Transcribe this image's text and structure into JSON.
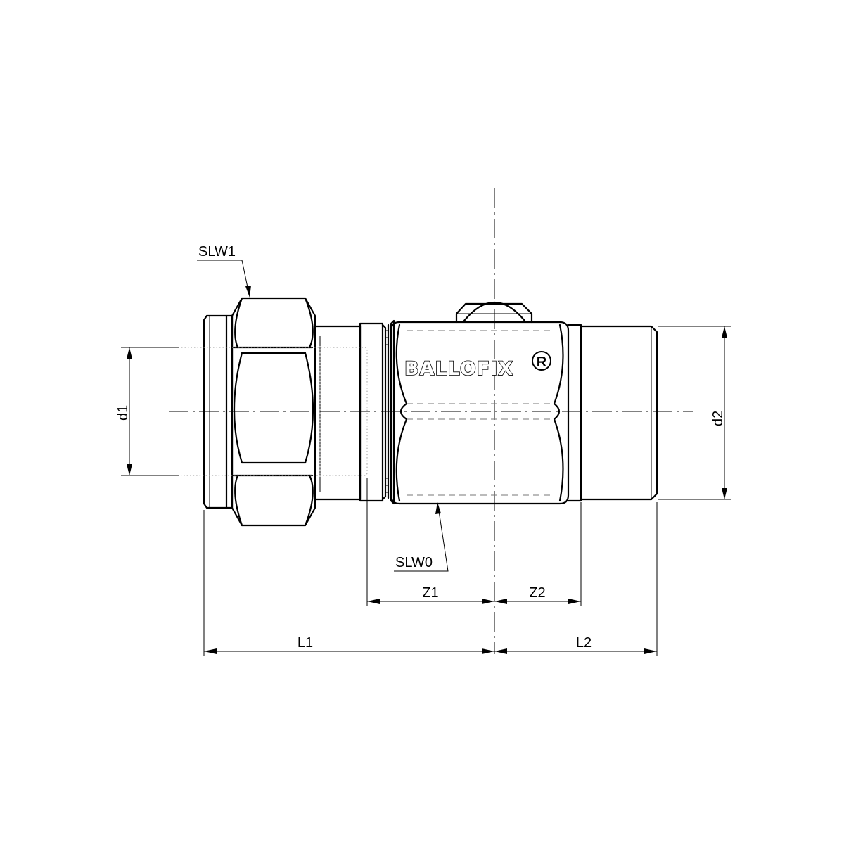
{
  "drawing": {
    "brand": "BALLOFIX",
    "brand_mark": "R",
    "labels": {
      "slw1": "SLW1",
      "slw0": "SLW0",
      "d1": "d1",
      "d2": "d2",
      "z1": "Z1",
      "z2": "Z2",
      "l1": "L1",
      "l2": "L2"
    }
  }
}
